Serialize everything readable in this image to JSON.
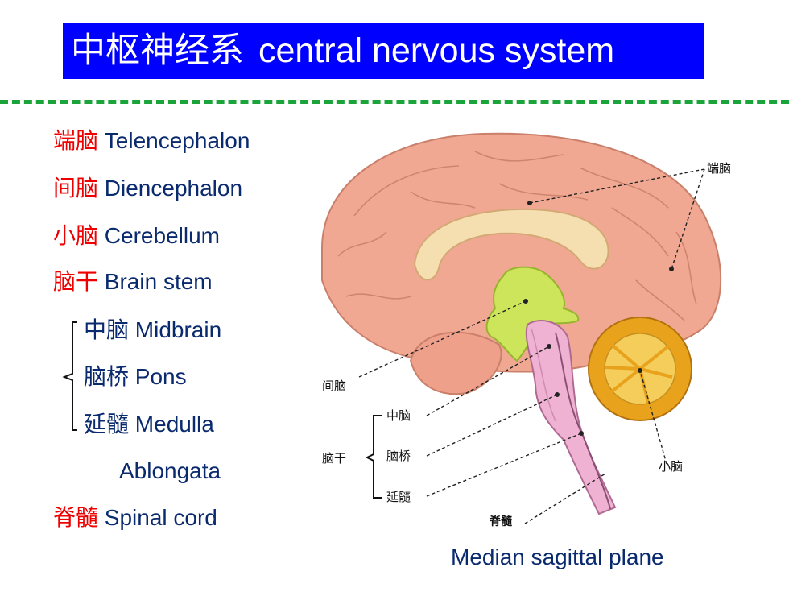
{
  "title": {
    "zh": "中枢神经系",
    "en": "central nervous system"
  },
  "terms": [
    {
      "zh": "端脑",
      "en": "Telencephalon"
    },
    {
      "zh": "间脑",
      "en": "Diencephalon"
    },
    {
      "zh": "小脑",
      "en": "Cerebellum"
    },
    {
      "zh": "脑干",
      "en": "Brain stem"
    }
  ],
  "brainstem_parts": [
    {
      "zh": "中脑",
      "en": "Midbrain"
    },
    {
      "zh": "脑桥",
      "en": "Pons"
    },
    {
      "zh": "延髓",
      "en": "Medulla"
    },
    {
      "en": "Ablongata"
    }
  ],
  "spinal": {
    "zh": "脊髓",
    "en": "Spinal cord"
  },
  "figure": {
    "labels": {
      "telencephalon": "端脑",
      "diencephalon": "间脑",
      "brainstem": "脑干",
      "midbrain": "中脑",
      "pons": "脑桥",
      "medulla": "延髓",
      "cerebellum": "小脑",
      "spinal_cord": "脊髓"
    }
  },
  "caption": "Median sagittal plane",
  "colors": {
    "title_bg": "#0000ff",
    "divider": "#1aa43a",
    "term_zh": "#ee0000",
    "text": "#0a2a6e"
  }
}
